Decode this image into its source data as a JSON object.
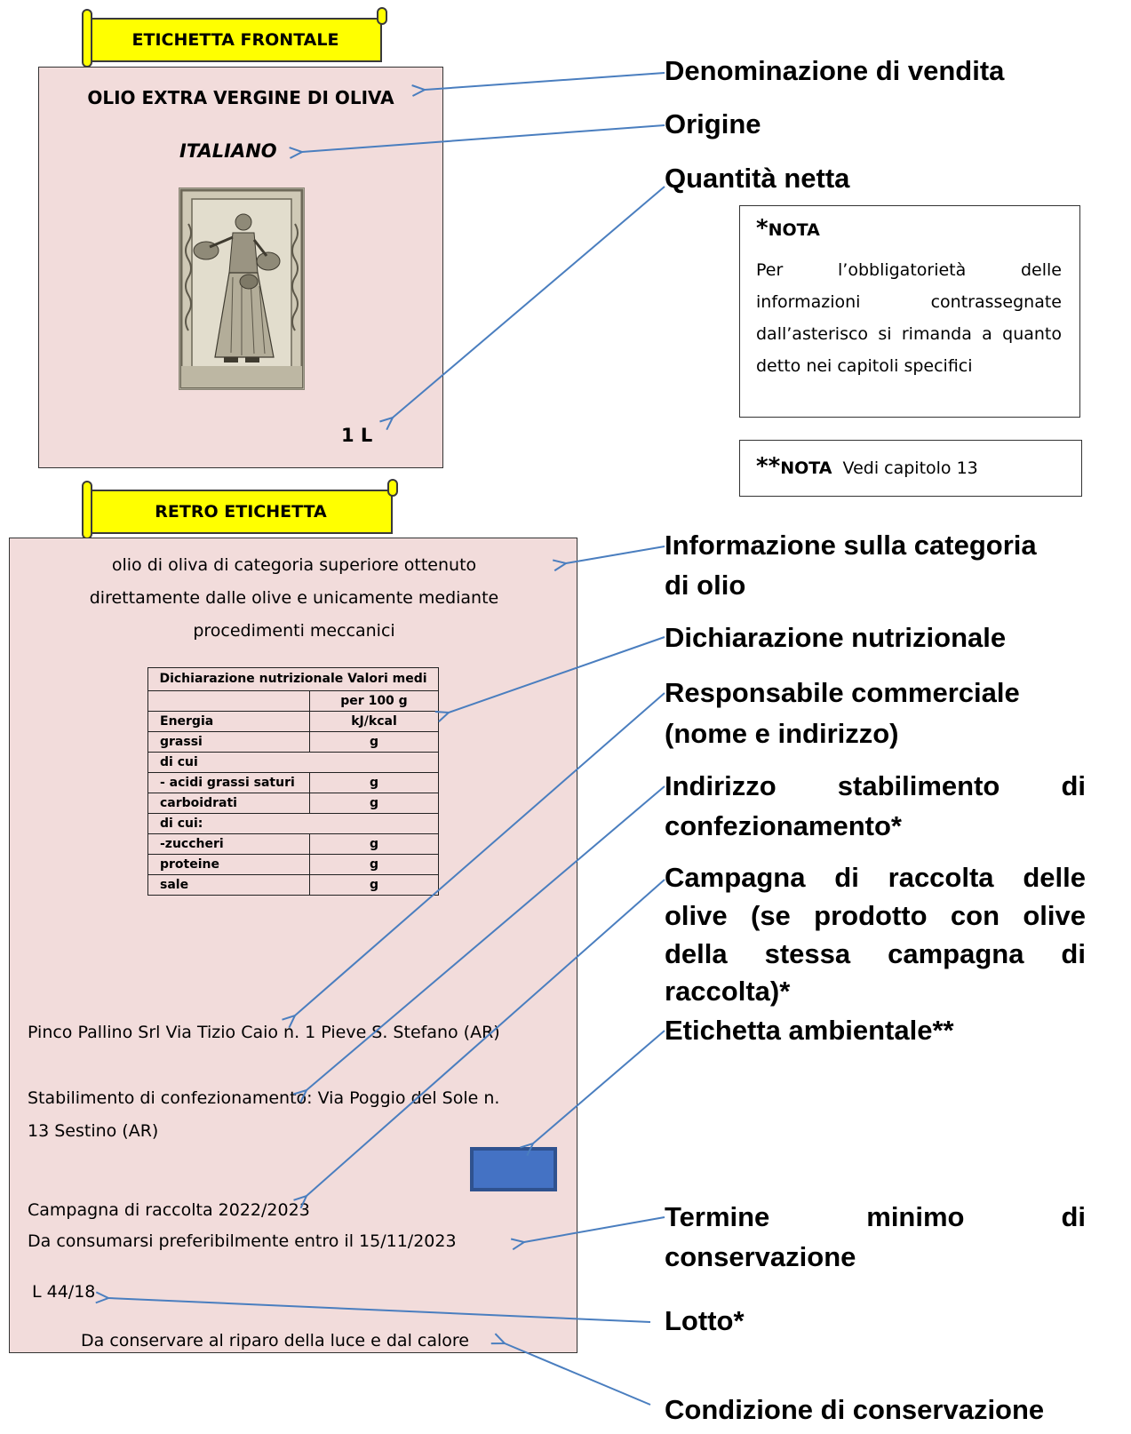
{
  "front": {
    "banner": "ETICHETTA FRONTALE",
    "title": "OLIO EXTRA VERGINE DI OLIVA",
    "origin": "ITALIANO",
    "quantity": "1 L"
  },
  "back": {
    "banner": "RETRO ETICHETTA",
    "category_text": "olio di oliva di categoria superiore ottenuto direttamente dalle olive e unicamente mediante procedimenti meccanici",
    "nutrition": {
      "header": "Dichiarazione nutrizionale Valori medi",
      "per": "per 100 g",
      "rows": [
        {
          "label": "Energia",
          "value": "kJ/kcal"
        },
        {
          "label": "grassi",
          "value": "g"
        },
        {
          "label": "di cui",
          "value": ""
        },
        {
          "label": "- acidi grassi saturi",
          "value": "g"
        },
        {
          "label": "carboidrati",
          "value": "g"
        },
        {
          "label": "di cui:",
          "value": ""
        },
        {
          "label": "-zuccheri",
          "value": "g"
        },
        {
          "label": "proteine",
          "value": "g"
        },
        {
          "label": "sale",
          "value": "g"
        }
      ]
    },
    "operator": "Pinco Pallino Srl  Via Tizio Caio n. 1 Pieve S. Stefano (AR)",
    "plant_line1": "Stabilimento di confezionamento: Via Poggio del Sole n.",
    "plant_line2": "13 Sestino (AR)",
    "harvest": "Campagna di raccolta 2022/2023",
    "best_before": "Da consumarsi preferibilmente entro il 15/11/2023",
    "lot": "L 44/18",
    "storage": "Da conservare al riparo della luce e dal calore"
  },
  "callouts": {
    "denominazione": "Denominazione di vendita",
    "origine": "Origine",
    "quantita": "Quantità netta",
    "categoria_l1": "Informazione sulla categoria",
    "categoria_l2": "di olio",
    "nutrizionale": "Dichiarazione nutrizionale",
    "responsabile_l1": "Responsabile commerciale",
    "responsabile_l2": "(nome e indirizzo)",
    "stabilimento_l1a": "Indirizzo",
    "stabilimento_l1b": "stabilimento",
    "stabilimento_l1c": "di",
    "stabilimento_l2": "confezionamento*",
    "campagna_l1": "Campagna di raccolta delle",
    "campagna_l2": "olive (se prodotto con olive",
    "campagna_l3": "della stessa campagna di",
    "campagna_l4": "raccolta)*",
    "ambientale": "Etichetta ambientale**",
    "termine_l1a": "Termine",
    "termine_l1b": "minimo",
    "termine_l1c": "di",
    "termine_l2": "conservazione",
    "lotto": "Lotto*",
    "condizione": "Condizione di conservazione"
  },
  "notes": {
    "note1_marker": "*",
    "note1_title": "NOTA",
    "note1_body": "Per l’obbligatorietà delle informazioni contrassegnate dall’asterisco si rimanda a quanto detto nei capitoli specifici",
    "note2_marker": "**",
    "note2_title": "NOTA",
    "note2_body": "Vedi capitolo 13"
  },
  "colors": {
    "label_bg": "#f2dcdb",
    "banner_bg": "#ffff00",
    "arrow": "#4a7ebf",
    "ecolabel": "#4472c4"
  }
}
